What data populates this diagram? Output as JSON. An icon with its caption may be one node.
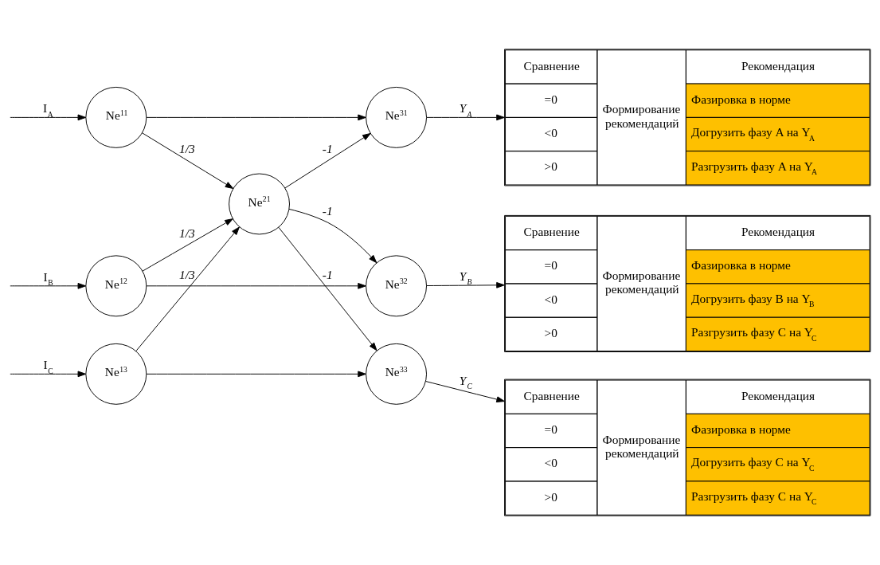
{
  "diagram": {
    "nodes": [
      {
        "text": [
          "Ne$^{11}$"
        ]
      },
      {
        "text": [
          "Ne$^{12}$"
        ]
      },
      {
        "text": [
          "Ne$^{13}$"
        ]
      },
      {
        "text": [
          "Ne$^{21}$"
        ]
      },
      {
        "text": [
          "Ne$^{31}$"
        ]
      },
      {
        "text": [
          "Ne$^{32}$"
        ]
      },
      {
        "text": [
          "Ne$^{33}$"
        ]
      },
      {
        "text": [
          "Сравнение",
          "Формирование рекомендаций",
          "Рекомендация",
          "=0",
          "Фазировка в норме",
          "<0",
          "Догрузить фазу A на Y$_{A}$",
          ">0",
          "Разгрузить фазу A на Y$_{A}$"
        ]
      },
      {
        "text": [
          "Сравнение",
          "Формирование рекомендаций",
          "Рекомендация",
          "=0",
          "Фазировка в норме",
          "<0",
          "Догрузить фазу B на Y$_{B}$",
          ">0",
          "Разгрузить фазу C на Y$_{C}$"
        ]
      },
      {
        "text": [
          "Сравнение",
          "Формирование рекомендаций",
          "Рекомендация",
          "=0",
          "Фазировка в норме",
          "<0",
          "Догрузить фазу C на Y$_{C}$",
          ">0",
          "Разгрузить фазу C на Y$_{C}$"
        ]
      }
    ],
    "edges": [
      {
        "from": null,
        "to": 0,
        "arrow": "to",
        "label": "I$_{A}$"
      },
      {
        "from": null,
        "to": 1,
        "arrow": "to",
        "label": "I$_{B}$"
      },
      {
        "from": null,
        "to": 2,
        "arrow": "to",
        "label": "I$_{C}$"
      },
      {
        "from": 0,
        "to": 4,
        "arrow": "to"
      },
      {
        "from": 0,
        "to": 3,
        "arrow": "to",
        "label": "1/3"
      },
      {
        "from": 1,
        "to": 3,
        "arrow": "to",
        "label": "1/3"
      },
      {
        "from": 1,
        "to": 5,
        "arrow": "to"
      },
      {
        "from": 2,
        "to": 3,
        "arrow": "to",
        "label": "1/3"
      },
      {
        "from": 2,
        "to": 6,
        "arrow": "to"
      },
      {
        "from": 3,
        "to": 4,
        "arrow": "to",
        "label": "-1"
      },
      {
        "from": 3,
        "to": 5,
        "arrow": "to",
        "label": "-1"
      },
      {
        "from": 3,
        "to": 6,
        "arrow": "to",
        "label": "-1"
      },
      {
        "from": 4,
        "to": 7,
        "arrow": "to",
        "label": "Y$_{A}$"
      },
      {
        "from": 5,
        "to": 8,
        "arrow": "to",
        "label": "Y$_{B}$"
      },
      {
        "from": 6,
        "to": 9,
        "arrow": "to",
        "label": "Y$_{C}$"
      }
    ]
  }
}
